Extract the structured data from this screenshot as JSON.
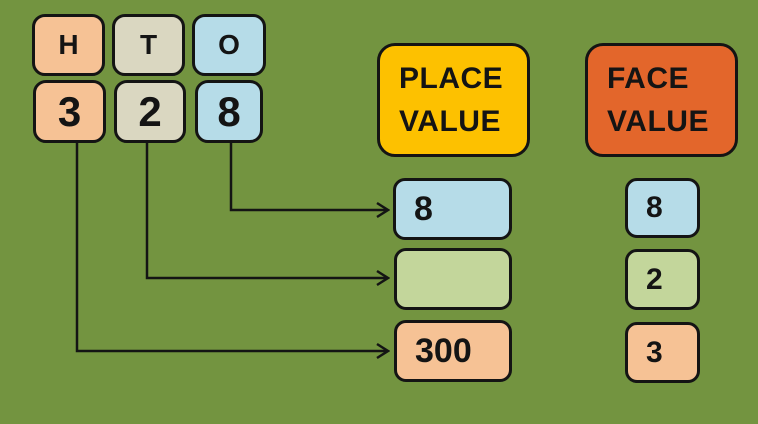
{
  "colors": {
    "background": "#739440",
    "peach": "#F6C295",
    "tan": "#DAD7C1",
    "blue": "#B6DCE8",
    "green": "#C3D69B",
    "gold": "#FDC100",
    "orange": "#E3662B",
    "line": "#141414"
  },
  "digit_grid": {
    "columns": [
      {
        "place_letter": "H",
        "digit": "3"
      },
      {
        "place_letter": "T",
        "digit": "2"
      },
      {
        "place_letter": "O",
        "digit": "8"
      }
    ]
  },
  "place_value": {
    "header_line1": "PLACE",
    "header_line2": "VALUE",
    "items": [
      {
        "value": "8"
      },
      {
        "value": ""
      },
      {
        "value": "300"
      }
    ]
  },
  "face_value": {
    "header_line1": "FACE",
    "header_line2": "VALUE",
    "items": [
      {
        "value": "8"
      },
      {
        "value": "2"
      },
      {
        "value": "3"
      }
    ]
  }
}
